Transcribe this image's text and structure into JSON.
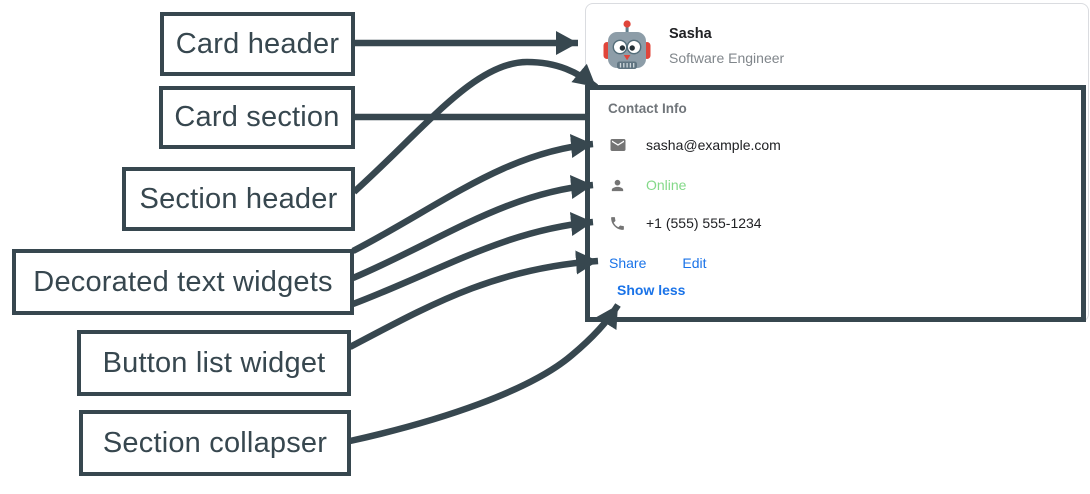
{
  "labels": [
    {
      "text": "Card header"
    },
    {
      "text": "Card section"
    },
    {
      "text": "Section header"
    },
    {
      "text": "Decorated text widgets"
    },
    {
      "text": "Button list widget"
    },
    {
      "text": "Section collapser"
    }
  ],
  "card": {
    "header": {
      "title": "Sasha",
      "subtitle": "Software Engineer",
      "avatar": "robot-avatar"
    },
    "section": {
      "header": "Contact Info",
      "rows": [
        {
          "icon": "email-icon",
          "text": "sasha@example.com"
        },
        {
          "icon": "person-icon",
          "text": "Online",
          "status_color": "#84d989"
        },
        {
          "icon": "phone-icon",
          "text": "+1 (555) 555-1234"
        }
      ],
      "buttons": [
        {
          "label": "Share"
        },
        {
          "label": "Edit"
        }
      ],
      "collapser": "Show less"
    }
  },
  "colors": {
    "annotation": "#37474f",
    "link_blue": "#1a73e8",
    "online_green": "#84d989",
    "text_dark": "#202124",
    "text_gray": "#80868b",
    "icon_gray": "#757575",
    "card_border": "#dadce0"
  }
}
